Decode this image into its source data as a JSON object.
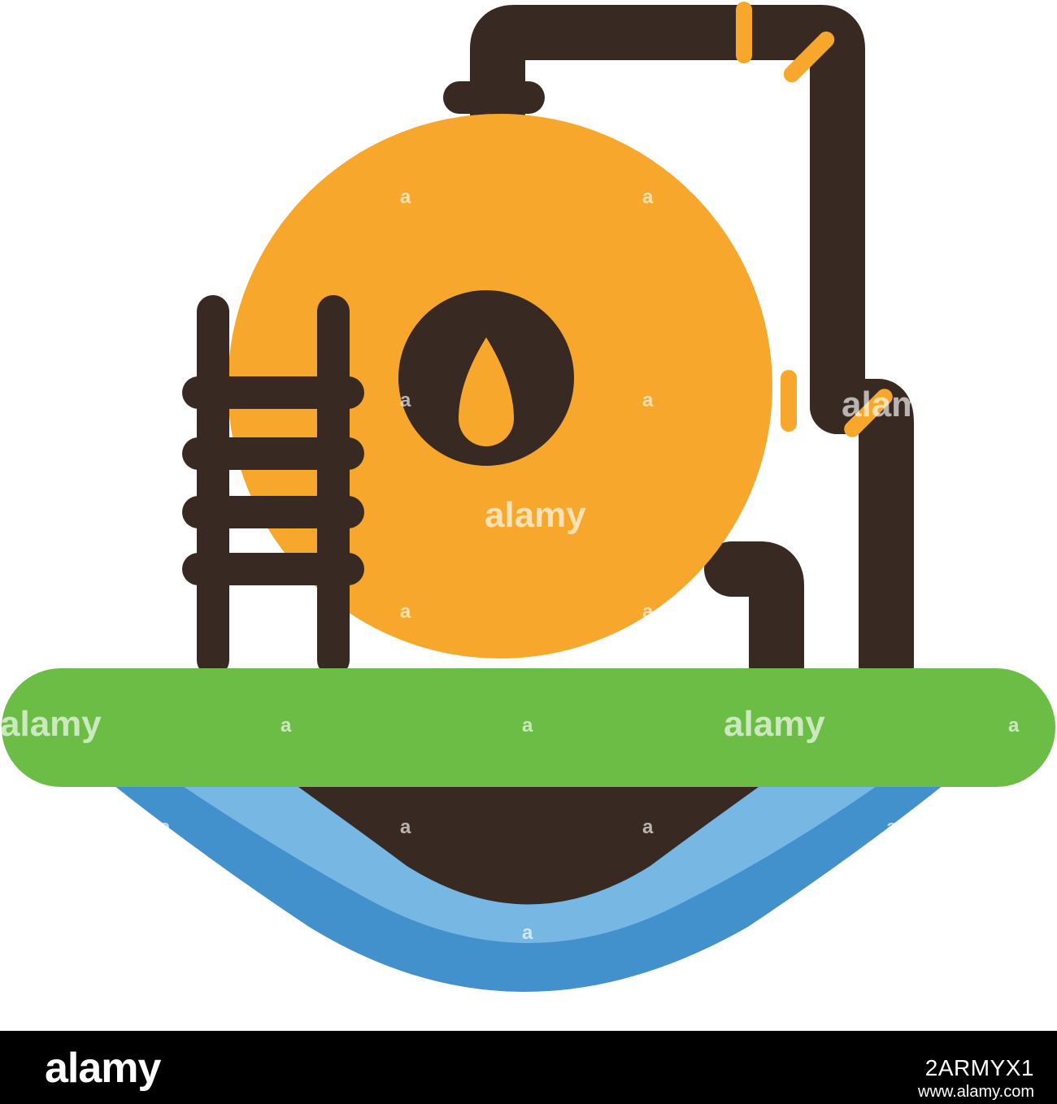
{
  "colors": {
    "background": "#ffffff",
    "tank": "#f7a82c",
    "pipe": "#382a22",
    "ground": "#6bbd45",
    "water_light": "#76b7e3",
    "water_dark": "#4290cc",
    "soil": "#382a22",
    "footer": "#000000",
    "footer_text": "#ffffff"
  },
  "icons": [
    "storage-tank-icon",
    "oil-drop-icon",
    "ladder-icon",
    "pipeline-icon",
    "ground-platform-icon",
    "water-layer-icon"
  ],
  "watermark": {
    "label": "alamy",
    "small_mark": "a"
  },
  "footer": {
    "logo": "alamy",
    "image_id": "2ARMYX1",
    "url": "www.alamy.com"
  }
}
